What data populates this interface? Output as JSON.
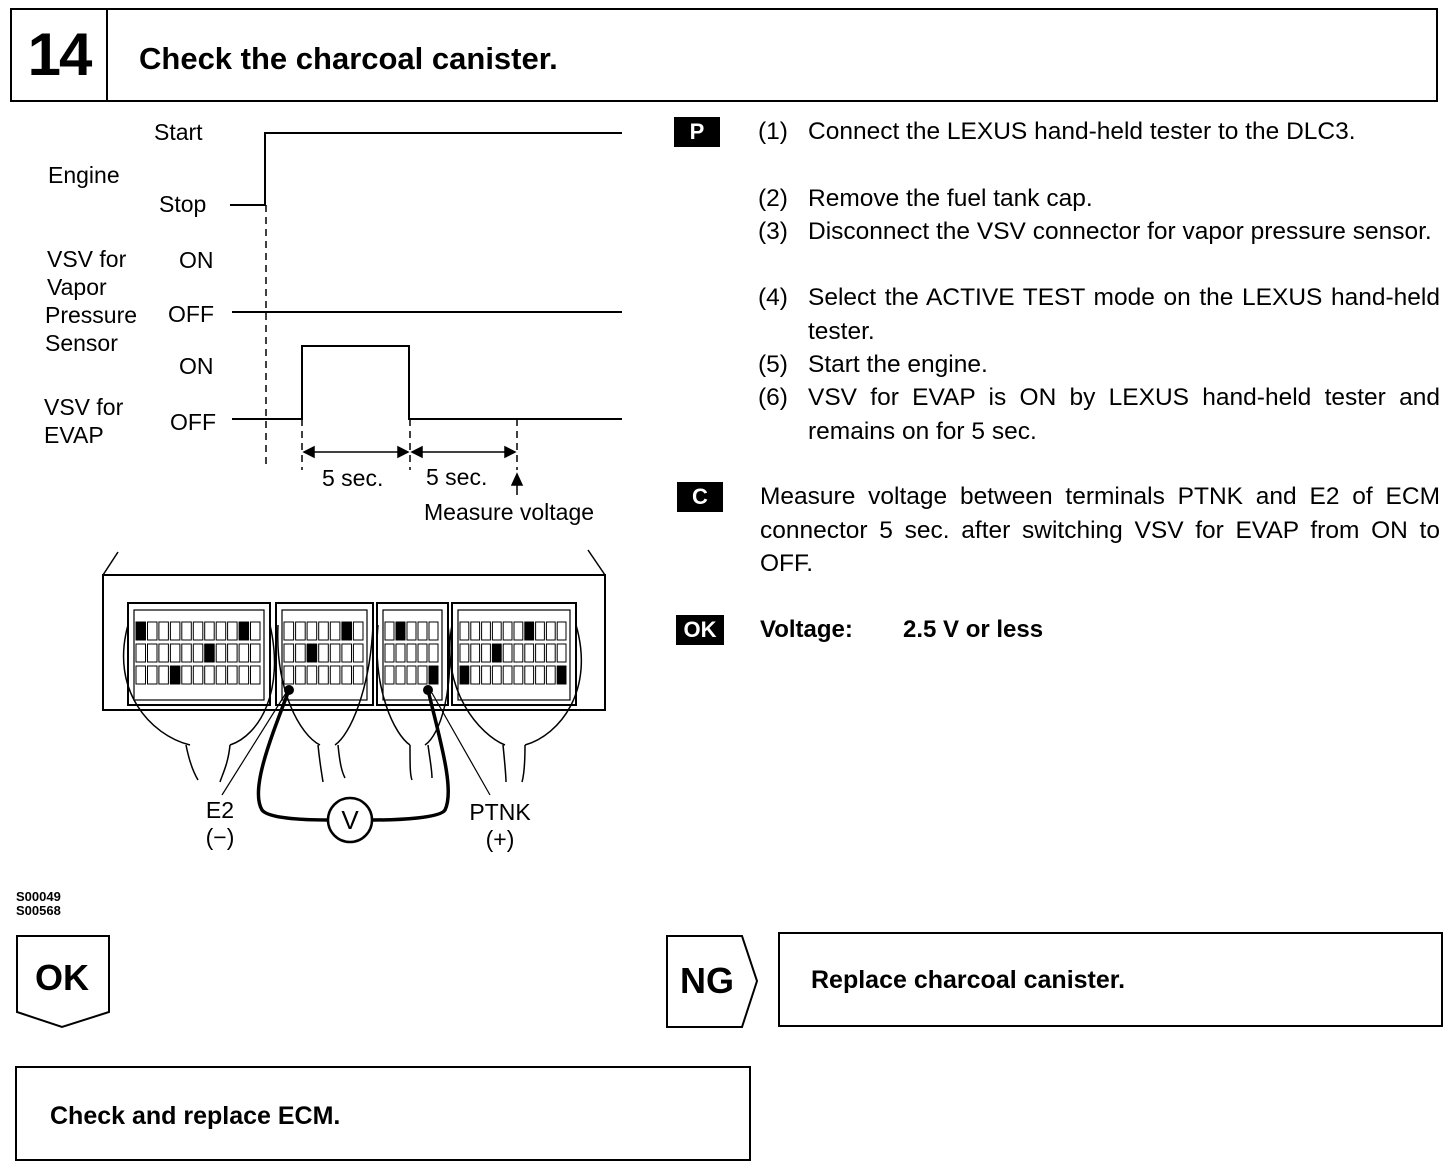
{
  "header": {
    "step_number": "14",
    "title": "Check the charcoal canister."
  },
  "timing_chart": {
    "engine": {
      "label": "Engine",
      "state_high": "Start",
      "state_low": "Stop"
    },
    "vsv_vapor": {
      "label_lines": [
        "VSV for",
        "Vapor",
        "Pressure",
        "Sensor"
      ],
      "state_high": "ON",
      "state_low": "OFF"
    },
    "vsv_evap": {
      "label_lines": [
        "VSV for",
        "EVAP"
      ],
      "state_high": "ON",
      "state_low": "OFF"
    },
    "interval_1": "5 sec.",
    "interval_2": "5 sec.",
    "measure_label": "Measure voltage"
  },
  "connector_diagram": {
    "terminal_neg": {
      "name": "E2",
      "polarity": "(−)"
    },
    "terminal_pos": {
      "name": "PTNK",
      "polarity": "(+)"
    },
    "meter_symbol": "V"
  },
  "figure_ids": [
    "S00049",
    "S00568"
  ],
  "instructions": {
    "prep_tag": "P",
    "steps": [
      {
        "num": "(1)",
        "lines": [
          "Connect the LEXUS hand-held tester to the",
          "DLC3."
        ]
      },
      {
        "num": "(2)",
        "lines": [
          "Remove the fuel tank cap."
        ]
      },
      {
        "num": "(3)",
        "lines": [
          "Disconnect the VSV connector for vapor",
          "pressure sensor."
        ]
      },
      {
        "num": "(4)",
        "lines": [
          "Select the ACTIVE TEST mode on the LEXUS",
          "hand-held tester."
        ]
      },
      {
        "num": "(5)",
        "lines": [
          "Start the engine."
        ]
      },
      {
        "num": "(6)",
        "lines": [
          "VSV for EVAP is ON by LEXUS hand-held",
          "tester and remains on for 5 sec."
        ]
      }
    ],
    "check_tag": "C",
    "check_text": "Measure voltage between terminals PTNK and E2 of ECM connector 5 sec. after switching VSV for EVAP from ON to OFF.",
    "ok_tag": "OK",
    "result_label": "Voltage:",
    "result_value": "2.5 V or less"
  },
  "flow": {
    "ok_label": "OK",
    "ng_label": "NG",
    "ok_action": "Check and replace ECM.",
    "ng_action": "Replace charcoal canister."
  }
}
